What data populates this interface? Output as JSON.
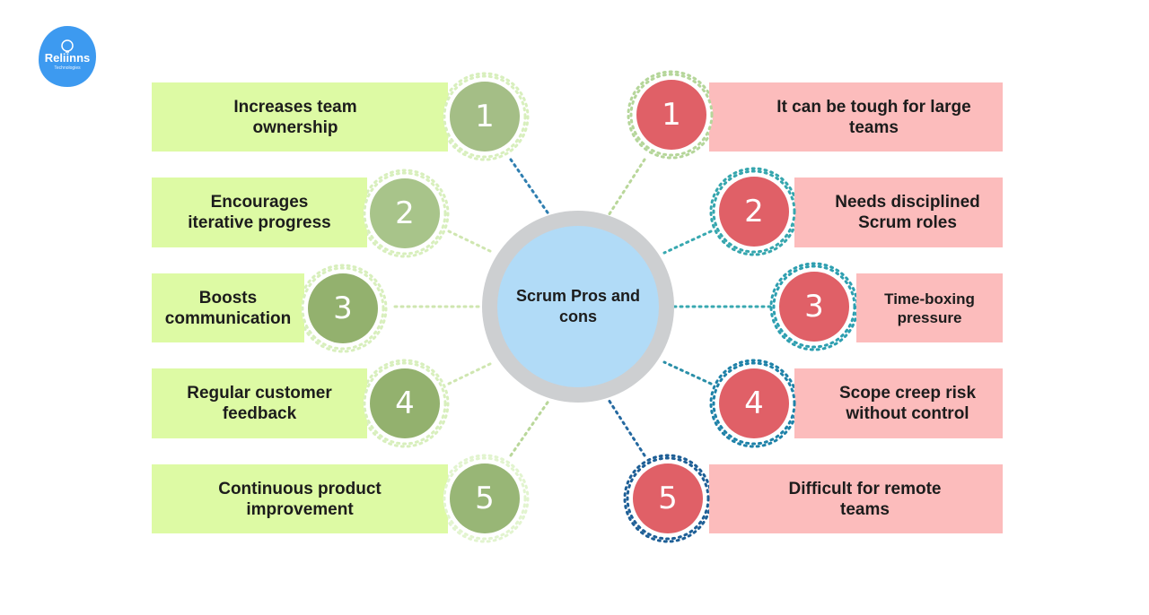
{
  "brand": {
    "name": "Reliinns",
    "tagline": "Technologies"
  },
  "center_title": "Scrum Pros and cons",
  "pros": [
    {
      "num": "1",
      "text": "Increases team ownership"
    },
    {
      "num": "2",
      "text": "Encourages iterative progress"
    },
    {
      "num": "3",
      "text": "Boosts communication"
    },
    {
      "num": "4",
      "text": "Regular customer feedback"
    },
    {
      "num": "5",
      "text": "Continuous product improvement"
    }
  ],
  "cons": [
    {
      "num": "1",
      "text": "It can be tough for large teams"
    },
    {
      "num": "2",
      "text": "Needs disciplined Scrum roles"
    },
    {
      "num": "3",
      "text": "Time-boxing pressure"
    },
    {
      "num": "4",
      "text": "Scope creep risk without control"
    },
    {
      "num": "5",
      "text": "Difficult for remote teams"
    }
  ],
  "colors": {
    "pro_box": "#ddfaa4",
    "con_box": "#fcbcbc",
    "pro_circle": [
      "#a4be86",
      "#a8c48a",
      "#93b16e",
      "#93b16e",
      "#98b676"
    ],
    "con_circle": "#e06067",
    "center_fill": "#b1dbf7",
    "center_ring": "#cdcfd1",
    "logo": "#3d9af0"
  }
}
